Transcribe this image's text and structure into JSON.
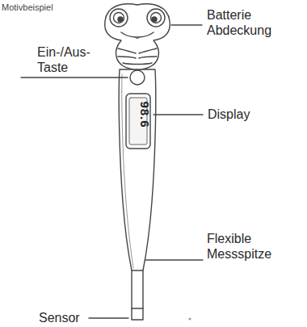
{
  "diagram": {
    "labels": [
      "Motivbeispiel",
      "Batterie Abdeckung",
      "Ein-/Aus-Taste",
      "Display",
      "Flexible Messspitze",
      "Sensor",
      "98.6"
    ]
  }
}
